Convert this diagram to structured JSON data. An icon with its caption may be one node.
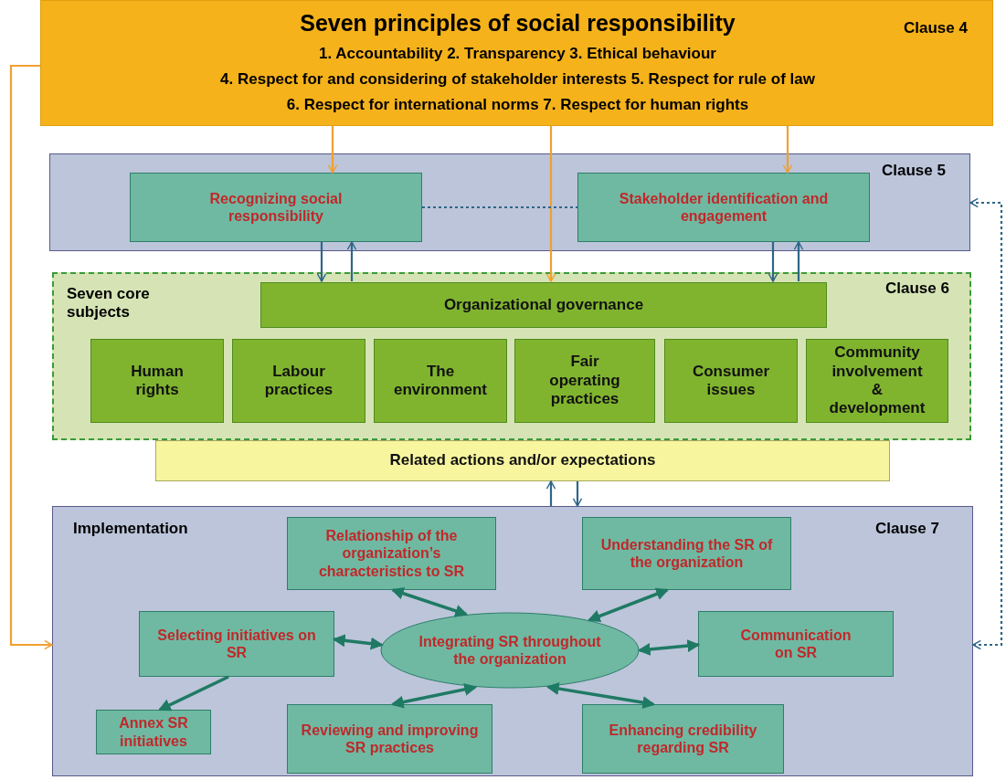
{
  "diagram": {
    "nodes": [
      {
        "text": [
          "Seven principles of social responsibility",
          "1. Accountability 2. Transparency 3. Ethical behaviour",
          "4. Respect for and considering of stakeholder interests 5. Respect for rule of law",
          "6. Respect for international norms 7. Respect for human rights",
          "Clause 4"
        ]
      },
      {
        "text": [
          "Clause 5"
        ]
      },
      {
        "text": [
          "Recognizing social responsibility"
        ],
        "in": 1
      },
      {
        "text": [
          "Stakeholder identification and engagement"
        ],
        "in": 1
      },
      {
        "text": [
          "Seven core subjects",
          "Clause 6"
        ]
      },
      {
        "text": [
          "Organizational governance"
        ],
        "in": 4
      },
      {
        "text": [
          "Human rights"
        ],
        "in": 4
      },
      {
        "text": [
          "Labour practices"
        ],
        "in": 4
      },
      {
        "text": [
          "The environment"
        ],
        "in": 4
      },
      {
        "text": [
          "Fair operating practices"
        ],
        "in": 4
      },
      {
        "text": [
          "Consumer issues"
        ],
        "in": 4
      },
      {
        "text": [
          "Community involvement & development"
        ],
        "in": 4
      },
      {
        "text": [
          "Related actions and/or expectations"
        ]
      },
      {
        "text": [
          "Implementation",
          "Clause 7"
        ]
      },
      {
        "text": [
          "Relationship of the organization’s characteristics to SR"
        ],
        "in": 13
      },
      {
        "text": [
          "Understanding the SR of the organization"
        ],
        "in": 13
      },
      {
        "text": [
          "Selecting initiatives on SR"
        ],
        "in": 13
      },
      {
        "text": [
          "Integrating SR throughout the organization"
        ],
        "in": 13
      },
      {
        "text": [
          "Communication on SR"
        ],
        "in": 13
      },
      {
        "text": [
          "Annex SR initiatives"
        ],
        "in": 13
      },
      {
        "text": [
          "Reviewing and improving SR practices"
        ],
        "in": 13
      },
      {
        "text": [
          "Enhancing credibility regarding SR"
        ],
        "in": 13
      }
    ],
    "edges": [
      {
        "from": 0,
        "to": 2,
        "arrow": "to",
        "color": "#f0a030"
      },
      {
        "from": 0,
        "to": 3,
        "arrow": "to",
        "color": "#f0a030"
      },
      {
        "from": 0,
        "to": 5,
        "arrow": "to",
        "color": "#f0a030"
      },
      {
        "from": 0,
        "to": 13,
        "arrow": "to",
        "color": "#f0a030"
      },
      {
        "from": 2,
        "to": 3,
        "arrow": "none",
        "style": "dashed"
      },
      {
        "from": 2,
        "to": 5,
        "arrow": "to"
      },
      {
        "from": 5,
        "to": 2,
        "arrow": "to"
      },
      {
        "from": 3,
        "to": 5,
        "arrow": "to"
      },
      {
        "from": 5,
        "to": 3,
        "arrow": "to"
      },
      {
        "from": 13,
        "to": 12,
        "arrow": "to"
      },
      {
        "from": 12,
        "to": 13,
        "arrow": "to"
      },
      {
        "from": 1,
        "to": 13,
        "arrow": "both",
        "style": "dashed"
      },
      {
        "from": 14,
        "to": 17,
        "arrow": "both",
        "color": "#1f7a64"
      },
      {
        "from": 15,
        "to": 17,
        "arrow": "both",
        "color": "#1f7a64"
      },
      {
        "from": 16,
        "to": 17,
        "arrow": "both",
        "color": "#1f7a64"
      },
      {
        "from": 17,
        "to": 18,
        "arrow": "both",
        "color": "#1f7a64"
      },
      {
        "from": 20,
        "to": 17,
        "arrow": "both",
        "color": "#1f7a64"
      },
      {
        "from": 17,
        "to": 21,
        "arrow": "both",
        "color": "#1f7a64"
      },
      {
        "from": 16,
        "to": 19,
        "arrow": "to",
        "color": "#1f7a64"
      }
    ]
  }
}
